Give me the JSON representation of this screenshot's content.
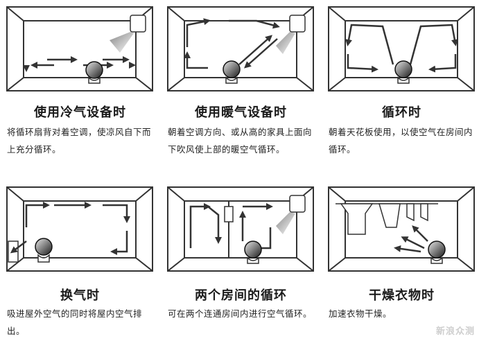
{
  "panels": [
    {
      "title": "使用冷气设备时",
      "desc": "将循环扇背对着空调，使凉风自下而上充分循环。"
    },
    {
      "title": "使用暖气设备时",
      "desc": "朝着空调方向、或从高的家具上面向下吹风使上部的暖空气循环。"
    },
    {
      "title": "循环时",
      "desc": "朝着天花板使用，以使空气在房间内循环。"
    },
    {
      "title": "换气时",
      "desc": "吸进屋外空气的同时将屋内空气排出。"
    },
    {
      "title": "两个房间的循环",
      "desc": "可在两个连通房间内进行空气循环。"
    },
    {
      "title": "干燥衣物时",
      "desc": "加速衣物干燥。"
    }
  ],
  "watermark": "新浪众测",
  "icons": [
    "room-outline",
    "air-circulator-fan",
    "air-conditioner",
    "airflow-arrow",
    "window-opening",
    "door-opening",
    "laundry-rack"
  ]
}
